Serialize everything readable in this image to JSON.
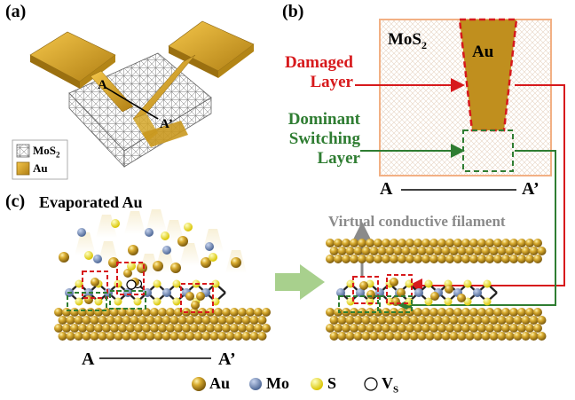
{
  "panels": {
    "a": {
      "label": "(a)",
      "section_start": "A",
      "section_end": "A’",
      "legend": {
        "mos2": "MoS",
        "mos2_sub": "2",
        "au": "Au"
      }
    },
    "b": {
      "label": "(b)",
      "material": "MoS",
      "material_sub": "2",
      "electrode": "Au",
      "damaged_layer": [
        "Damaged",
        "Layer"
      ],
      "switching_layer": [
        "Dominant",
        "Switching",
        "Layer"
      ],
      "axis_start": "A",
      "axis_end": "A’"
    },
    "c": {
      "label": "(c)",
      "title": "Evaporated Au",
      "filament": "Virtual conductive filament",
      "axis_start": "A",
      "axis_end": "A’"
    }
  },
  "legend": {
    "items": [
      {
        "symbol": "Au",
        "label": "Au"
      },
      {
        "symbol": "Mo",
        "label": "Mo"
      },
      {
        "symbol": "S",
        "label": "S"
      },
      {
        "symbol": "Vs",
        "label": "V",
        "sub": "S"
      }
    ]
  },
  "colors": {
    "gold": "#d4a628",
    "gold_dark": "#8a6410",
    "mo": "#6d86b5",
    "sulfur": "#f2e21a",
    "red": "#d7191c",
    "green": "#2f7d32",
    "gray": "#8a8a8a",
    "arrow": "#a8d08d",
    "pink": "#f5c9a8"
  }
}
